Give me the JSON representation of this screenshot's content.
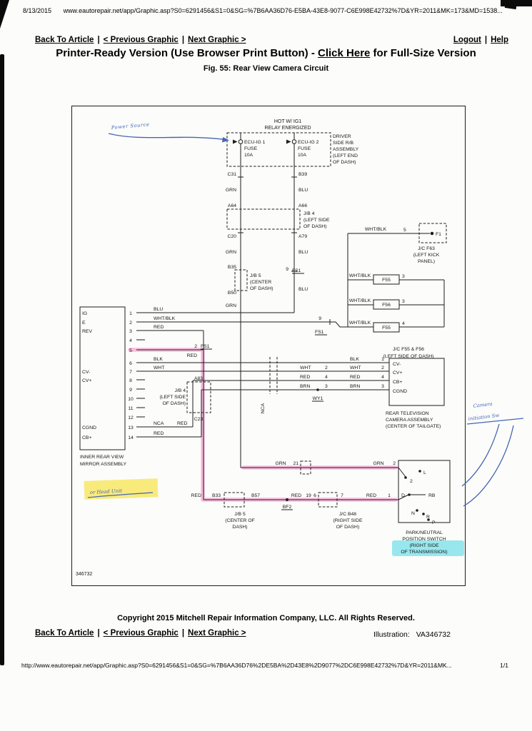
{
  "header": {
    "date": "8/13/2015",
    "url": "www.eautorepair.net/app/Graphic.asp?S0=6291456&S1=0&SG=%7B6AA36D76-E5BA-43E8-9077-C6E998E42732%7D&YR=2011&MK=173&MD=1538...",
    "nav": {
      "back": "Back To Article",
      "prev": "< Previous Graphic",
      "next": "Next Graphic >",
      "logout": "Logout",
      "help": "Help",
      "separator": "|"
    },
    "title_prefix": "Printer-Ready Version (Use Browser Print Button) - ",
    "title_link": "Click Here",
    "title_suffix": " for Full-Size Version",
    "figure_caption": "Fig. 55: Rear View Camera Circuit"
  },
  "footer": {
    "copyright": "Copyright 2015 Mitchell Repair Information Company, LLC.  All Rights Reserved.",
    "nav": {
      "back": "Back To Article",
      "prev": "< Previous Graphic",
      "next": "Next Graphic >",
      "separator": "|"
    },
    "illustration_label": "Illustration:",
    "illustration_value": "VA346732",
    "url": "http://www.eautorepair.net/app/Graphic.asp?S0=6291456&S1=0&SG=%7B6AA36D76%2DE5BA%2D43E8%2D9077%2DC6E998E42732%7D&YR=2011&MK...",
    "page_indicator": "1/1"
  },
  "annotations": {
    "power_source": "Power Source",
    "camera_line1": "Camera",
    "camera_line2": "initiation Sw",
    "head_unit": "or Head Unit"
  },
  "diagram": {
    "number": "346732",
    "relay_title": [
      "HOT W/ IG1",
      "RELAY ENERGIZED"
    ],
    "fuse1": [
      "ECU-IG 1",
      "FUSE",
      "10A"
    ],
    "fuse2": [
      "ECU-IG 2",
      "FUSE",
      "10A"
    ],
    "rb_assembly": [
      "DRIVER",
      "SIDE R/B",
      "ASSEMBLY",
      "(LEFT END",
      "OF DASH)"
    ],
    "left_wire": [
      "C31",
      "GRN",
      "A64",
      "C20",
      "GRN",
      "B35",
      "B50",
      "GRN"
    ],
    "right_wire": [
      "B39",
      "BLU",
      "A66",
      "A79",
      "BLU",
      "BLU"
    ],
    "jb4": [
      "J/B 4",
      "(LEFT SIDE",
      "OF DASH)"
    ],
    "jb5": [
      "J/B 5",
      "(CENTER",
      "OF DASH)"
    ],
    "fs1_blu": {
      "pin": "9",
      "ref": "FS1"
    },
    "fs1_whtblk": {
      "pin": "9",
      "ref": "FS1"
    },
    "f1_row": {
      "wire": "WHT/BLK",
      "pin": "5",
      "term": "F1"
    },
    "jc_f63": [
      "J/C F63",
      "(LEFT KICK",
      "PANEL)"
    ],
    "f55_rows": [
      {
        "wire": "WHT/BLK",
        "pin": "3",
        "name": "F55"
      },
      {
        "wire": "WHT/BLK",
        "pin": "3",
        "name": "F56"
      },
      {
        "wire": "WHT/BLK",
        "pin": "4",
        "name": "F55"
      }
    ],
    "jc_f55_caption": [
      "J/C F55 & F56",
      "(LEFT SIDE OF DASH)"
    ],
    "mirror_pins": [
      "IG",
      "E",
      "REV",
      "CV-",
      "CV+",
      "CGND",
      "CB+"
    ],
    "pin_numbers": [
      "1",
      "2",
      "3",
      "4",
      "5",
      "6",
      "7",
      "8",
      "9",
      "10",
      "11",
      "12",
      "13",
      "14"
    ],
    "mirror_caption": [
      "INNER REAR VIEW",
      "MIRROR ASSEMBLY"
    ],
    "w_blu": "BLU",
    "w_whtblk": "WHT/BLK",
    "w_red3": "RED",
    "p5": {
      "pin": "2",
      "ref": "FS1",
      "wire": "RED"
    },
    "w_blk": "BLK",
    "w_wht": "WHT",
    "p13": {
      "a": "NCA",
      "b": "RED"
    },
    "w_red14": "RED",
    "a83": {
      "top": "A83",
      "bottom": "C23",
      "caption": [
        "J/B 4",
        "(LEFT SIDE",
        "OF DASH)"
      ]
    },
    "nca_vert": "NCA",
    "wy1": "WY1",
    "mid_labels": [
      {
        "w": "WHT",
        "p": "2"
      },
      {
        "w": "RED",
        "p": "4"
      },
      {
        "w": "BRN",
        "p": "3"
      }
    ],
    "cam_labels": [
      {
        "w": "BLK",
        "p": "1"
      },
      {
        "w": "WHT",
        "p": "2"
      },
      {
        "w": "RED",
        "p": "4"
      },
      {
        "w": "BRN",
        "p": "3"
      }
    ],
    "camera_pins": [
      "CV-",
      "CV+",
      "CB+",
      "CGND"
    ],
    "camera_caption": [
      "REAR TELEVISION",
      "CAMERA ASSEMBLY",
      "(CENTER OF TAILGATE)"
    ],
    "grn_row": {
      "w1": "GRN",
      "p21": "21",
      "w2": "GRN",
      "p2": "2"
    },
    "red_row": {
      "w0": "RED",
      "b33": "B33",
      "b57": "B57",
      "w1": "RED",
      "p19": "19",
      "bf2": "BF2",
      "p6": "6",
      "p7": "7",
      "w2": "RED",
      "p1": "1"
    },
    "jb5_bottom": [
      "J/B 5",
      "(CENTER OF",
      "DASH)"
    ],
    "jc_b48": [
      "J/C B48",
      "(RIGHT SIDE",
      "OF DASH)"
    ],
    "switch_contacts": [
      "L",
      "2",
      "D",
      "RB",
      "N",
      "R",
      "P"
    ],
    "switch_caption": [
      "PARK/NEUTRAL",
      "POSITION SWITCH",
      "(RIGHT SIDE",
      "OF TRANSMISSION)"
    ]
  }
}
